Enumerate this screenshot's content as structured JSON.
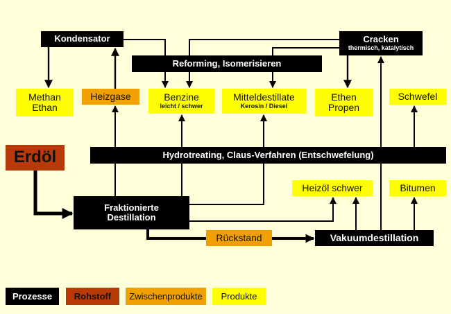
{
  "colors": {
    "background": "#FFFFD9",
    "process": "#000000",
    "raw_material": "#B83A08",
    "intermediate": "#F0A000",
    "product": "#FFFF00"
  },
  "processes": {
    "kondensator": "Kondensator",
    "cracken": "Cracken",
    "cracken_sub": "thermisch, katalytisch",
    "reforming": "Reforming, Isomerisieren",
    "hydrotreating": "Hydrotreating, Claus-Verfahren (Entschwefelung)",
    "fraktionierte_line1": "Fraktionierte",
    "fraktionierte_line2": "Destillation",
    "vakuum": "Vakuumdestillation"
  },
  "raw_material": {
    "erdoel": "Erdöl"
  },
  "intermediates": {
    "heizgase": "Heizgase",
    "rueckstand": "Rückstand"
  },
  "products": {
    "methan": "Methan",
    "ethan": "Ethan",
    "benzine": "Benzine",
    "benzine_sub": "leicht / schwer",
    "mittel": "Mitteldestillate",
    "mittel_sub": "Kerosin / Diesel",
    "ethen": "Ethen",
    "propen": "Propen",
    "schwefel": "Schwefel",
    "heizoel": "Heizöl schwer",
    "bitumen": "Bitumen"
  },
  "legend": [
    {
      "label": "Prozesse",
      "category": "process"
    },
    {
      "label": "Rohstoff",
      "category": "raw_material"
    },
    {
      "label": "Zwischenprodukte",
      "category": "intermediate"
    },
    {
      "label": "Produkte",
      "category": "product"
    }
  ]
}
